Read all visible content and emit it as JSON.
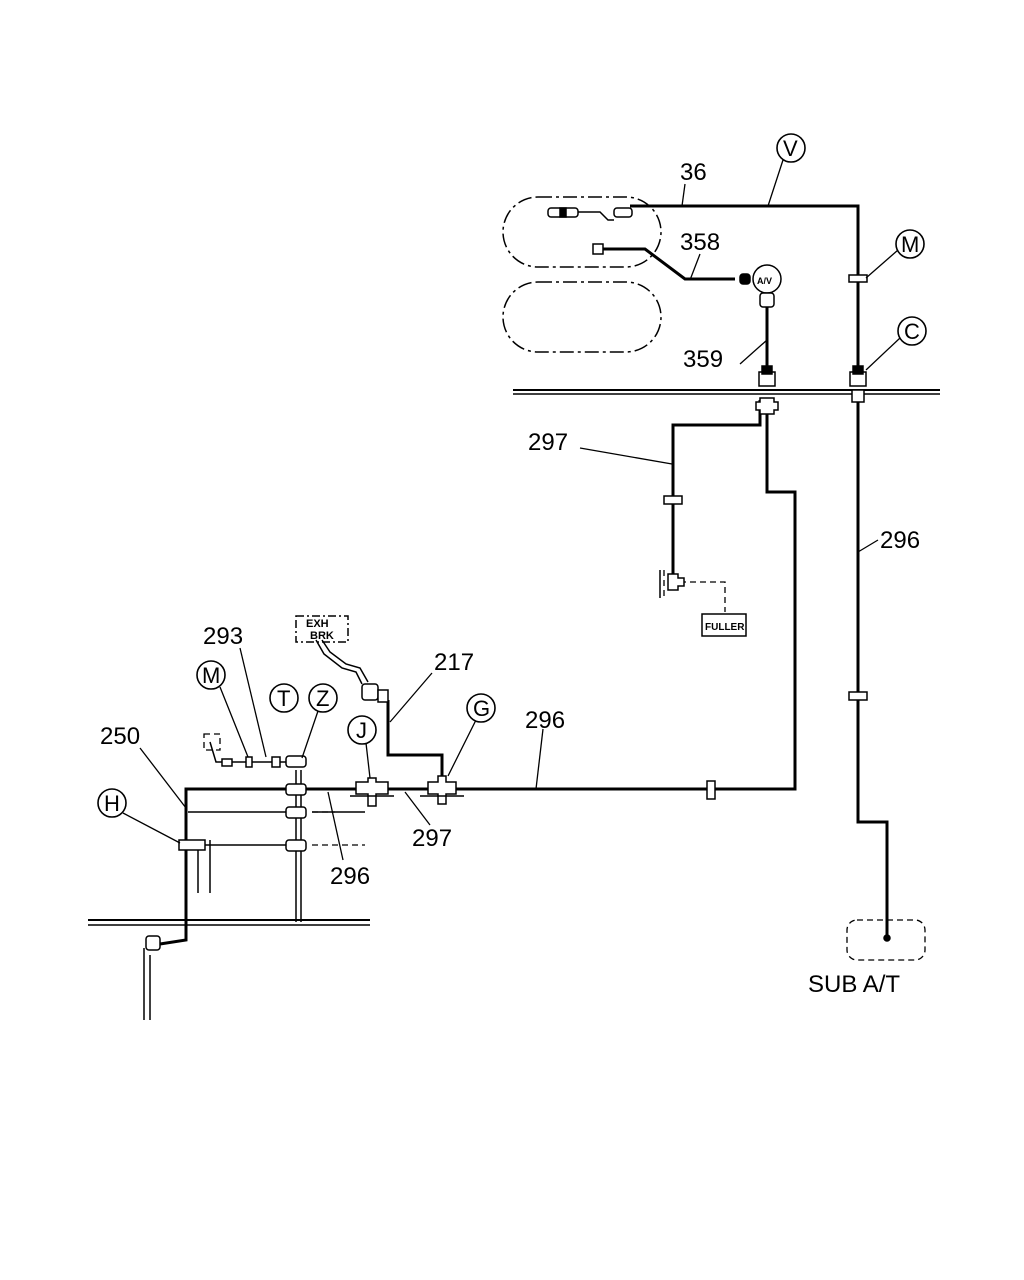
{
  "diagram": {
    "part_numbers": {
      "p36": "36",
      "p358": "358",
      "p359": "359",
      "p297_top": "297",
      "p296_right": "296",
      "p293": "293",
      "p217": "217",
      "p250": "250",
      "p296_mid": "296",
      "p297_bottom": "297",
      "p296_bottom": "296"
    },
    "callouts": {
      "V": "V",
      "M_top": "M",
      "C": "C",
      "M_left": "M",
      "T": "T",
      "Z": "Z",
      "J": "J",
      "G": "G",
      "H": "H"
    },
    "labels": {
      "exh_brk_line1": "EXH",
      "exh_brk_line2": "BRK",
      "fuller": "FULLER",
      "air_valve": "A/V",
      "sub_tank": "SUB A/T"
    }
  }
}
